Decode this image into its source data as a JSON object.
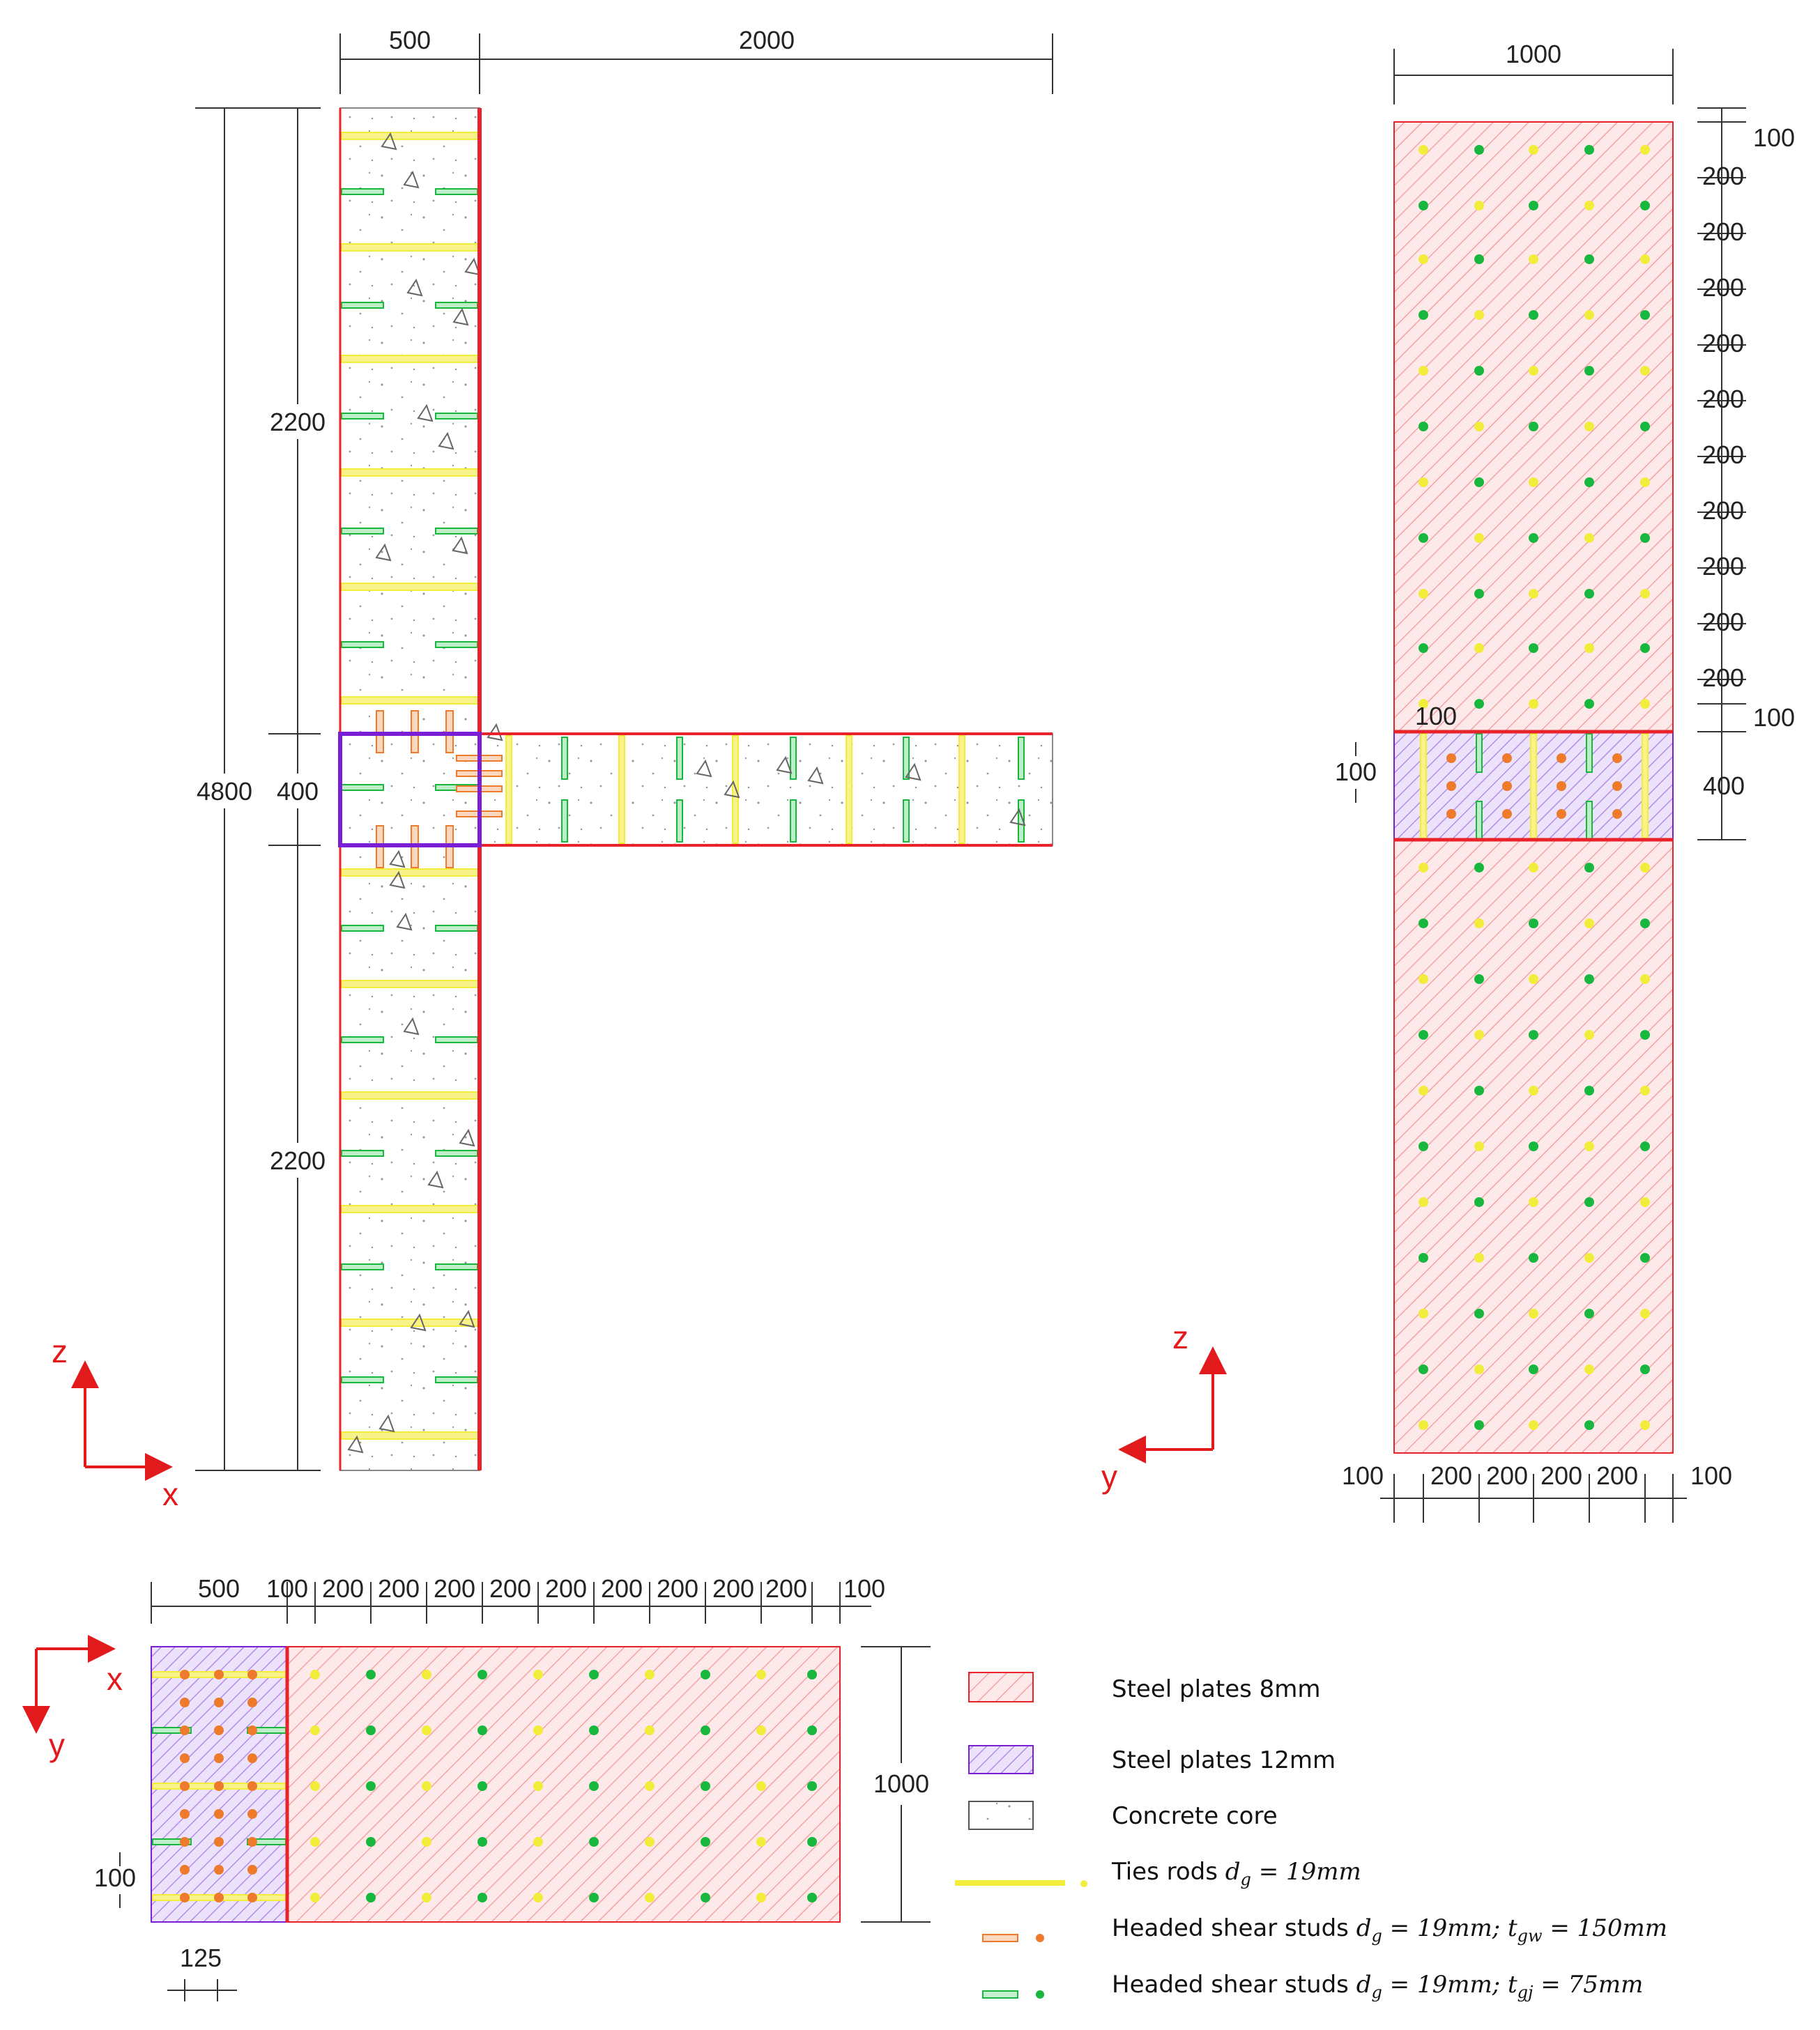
{
  "colors": {
    "steel_red": "#e8232a",
    "steel_fill": "#fde6e6",
    "thick_purple": "#7a1fd6",
    "thick_fill": "#e3d2fa",
    "tie_yellow": "#f2ec3a",
    "stud_orange": "#ee7a2c",
    "stud_green": "#18b83e",
    "dim_line": "#333333",
    "axis_red": "#e31a1c"
  },
  "elevation_xz": {
    "dims": {
      "wall_width": "500",
      "flange_length": "2000",
      "total_height": "4800",
      "upper_height": "2200",
      "joint_height": "400",
      "lower_height": "2200"
    },
    "axes": {
      "vertical": "z",
      "horizontal": "x"
    }
  },
  "elevation_yz": {
    "dims": {
      "width": "1000",
      "top_edge": "100",
      "spacing": "200",
      "bottom_edge_upper": "100",
      "joint_height": "400",
      "stud_edge_h": "100",
      "stud_edge_v": "100",
      "bottom_left": "100",
      "bottom_spacing": "200",
      "bottom_right": "100"
    },
    "axes": {
      "vertical": "z",
      "horizontal": "y"
    }
  },
  "plan_xy": {
    "dims": {
      "wall_width": "500",
      "first_edge": "100",
      "spacing": "200",
      "last_edge": "100",
      "height": "1000",
      "stud_spacing": "100",
      "stud_edge": "125"
    },
    "axes": {
      "horizontal": "x",
      "vertical": "y"
    }
  },
  "legend": {
    "items": [
      {
        "label": "Steel plates 8mm"
      },
      {
        "label": "Steel plates 12mm"
      },
      {
        "label": "Concrete core"
      },
      {
        "label": "Ties rods ",
        "math": "d",
        "sub": "g",
        "rest": " = 19mm"
      },
      {
        "label": "Headed shear studs ",
        "math": "d",
        "sub": "g",
        "rest": " = 19mm; ",
        "math2": "t",
        "sub2": "gw",
        "rest2": " = 150mm"
      },
      {
        "label": "Headed shear studs ",
        "math": "d",
        "sub": "g",
        "rest": " = 19mm; ",
        "math2": "t",
        "sub2": "gj",
        "rest2": " = 75mm"
      }
    ]
  }
}
